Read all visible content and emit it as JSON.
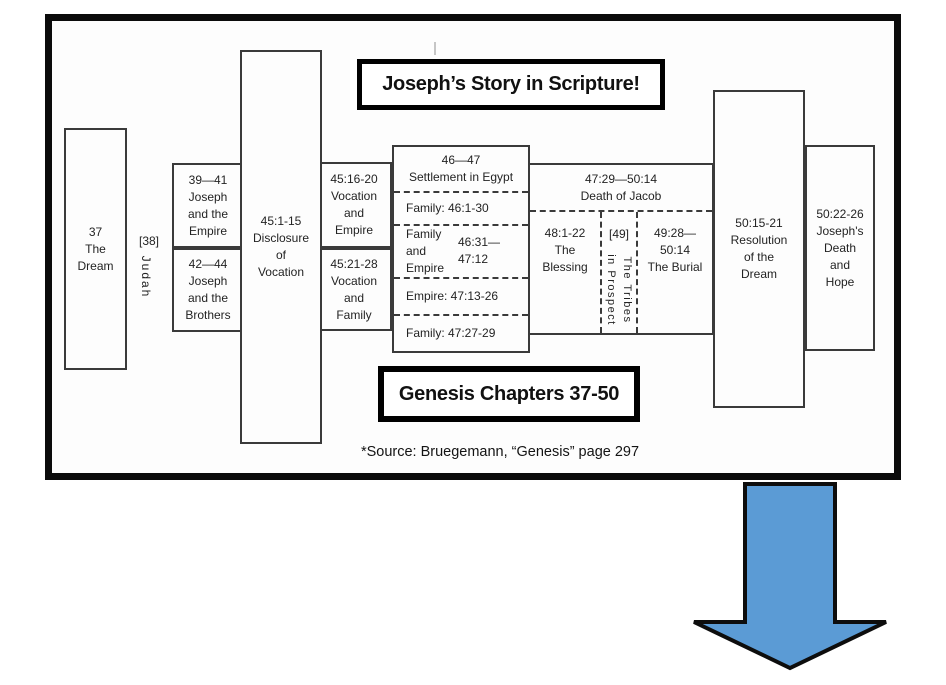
{
  "slide": {
    "title": "Joseph’s Story in Scripture!",
    "subtitle": "Genesis Chapters 37-50",
    "source_note": "*Source: Bruegemann, “Genesis” page 297"
  },
  "diagram": {
    "dream": "37\nThe\nDream",
    "judah_ref": "[38]",
    "judah": "Judah",
    "joseph_empire": "39—41\nJoseph\nand the\nEmpire",
    "joseph_brothers": "42—44\nJoseph\nand the\nBrothers",
    "disclosure": "45:1-15\nDisclosure\nof\nVocation",
    "vocation_empire": "45:16-20\nVocation\nand\nEmpire",
    "vocation_family": "45:21-28\nVocation\nand\nFamily",
    "settlement": {
      "header": "46—47\nSettlement in Egypt",
      "family_row": "Family: 46:1-30",
      "family_empire_label": "Family\nand\nEmpire",
      "family_empire_ref": "46:31—47:12",
      "empire_row": "Empire: 47:13-26",
      "family_row_2": "Family: 47:27-29"
    },
    "death_of_jacob": {
      "header": "47:29—50:14\nDeath of Jacob",
      "blessing": "48:1-22\nThe\nBlessing",
      "tribes_ref": "[49]",
      "tribes": "The Tribes\nin Prospect",
      "burial": "49:28—\n50:14\nThe Burial"
    },
    "resolution": "50:15-21\nResolution\nof the\nDream",
    "death_and_hope": "50:22-26\nJoseph's\nDeath\nand\nHope"
  },
  "arrow": {
    "fill": "#5B9BD5",
    "outline": "#0d0d0d"
  }
}
